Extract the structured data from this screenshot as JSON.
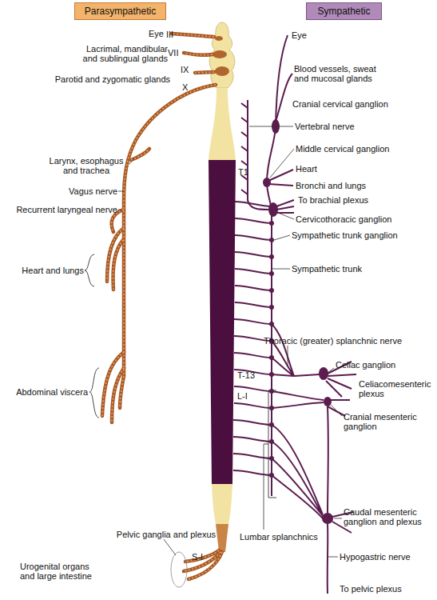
{
  "diagram": {
    "nodes": [
      {
        "text": [
          "Parasympathetic"
        ]
      },
      {
        "text": [
          "Sympathetic"
        ]
      }
    ],
    "labels": [
      "Eye",
      "III",
      "Lacrimal, mandibular and sublingual glands",
      "VII",
      "IX",
      "Parotid and zygomatic glands",
      "X",
      "Larynx, esophagus and trachea",
      "Vagus nerve",
      "Recurrent laryngeal nerve",
      "Heart and lungs",
      "Abdominal viscera",
      "Pelvic ganglia and plexus",
      "S-I",
      "Urogenital organs and large intestine",
      "Eye",
      "Blood vessels, sweat and mucosal glands",
      "Cranial cervical ganglion",
      "Vertebral nerve",
      "Middle cervical ganglion",
      "Heart",
      "Bronchi and lungs",
      "T1",
      "To brachial plexus",
      "Cervicothoracic ganglion",
      "Sympathetic trunk ganglion",
      "Sympathetic trunk",
      "Thoracic (greater) splanchnic nerve",
      "T-13",
      "Celiac ganglion",
      "L-I",
      "Celiacomesenteric plexus",
      "Cranial mesenteric ganglion",
      "Lumbar splanchnics",
      "Caudal mesenteric ganglion and plexus",
      "Hypogastric nerve",
      "To pelvic plexus"
    ]
  }
}
